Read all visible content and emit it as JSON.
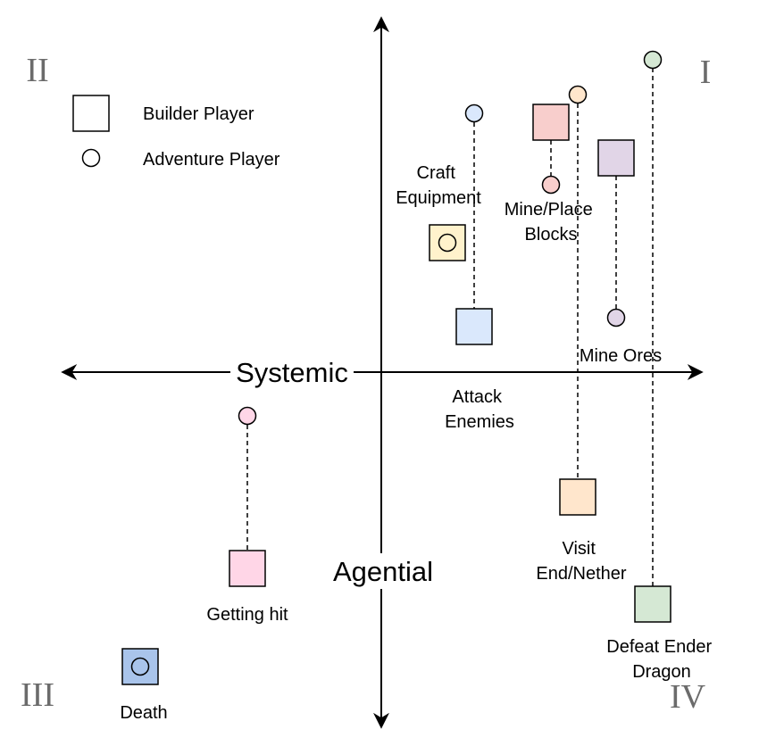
{
  "axes": {
    "horizontal": "Systemic",
    "vertical": "Agential"
  },
  "quadrants": {
    "q1": "I",
    "q2": "II",
    "q3": "III",
    "q4": "IV"
  },
  "legend": {
    "builder": "Builder Player",
    "adventure": "Adventure Player"
  },
  "items": [
    {
      "id": "craft-equipment",
      "label_lines": [
        "Craft",
        "Equipment"
      ],
      "box_color": "#fff2cc",
      "dot_color": "#fff2cc",
      "dot_in_box": true
    },
    {
      "id": "attack-enemies",
      "label_lines": [
        "Attack",
        "Enemies"
      ],
      "box_color": "#dae8fc",
      "dot_color": "#dae8fc",
      "dot_in_box": false
    },
    {
      "id": "mine-place-blocks",
      "label_lines": [
        "Mine/Place",
        "Blocks"
      ],
      "box_color": "#f8cecc",
      "dot_color": "#f8cecc",
      "dot_in_box": false
    },
    {
      "id": "mine-ores",
      "label_lines": [
        "Mine Ores"
      ],
      "box_color": "#e1d5e7",
      "dot_color": "#e1d5e7",
      "dot_in_box": false
    },
    {
      "id": "visit-end-nether",
      "label_lines": [
        "Visit",
        "End/Nether"
      ],
      "box_color": "#ffe6cc",
      "dot_color": "#ffe6cc",
      "dot_in_box": false
    },
    {
      "id": "defeat-ender-dragon",
      "label_lines": [
        "Defeat Ender",
        "Dragon"
      ],
      "box_color": "#d5e8d4",
      "dot_color": "#d5e8d4",
      "dot_in_box": false
    },
    {
      "id": "getting-hit",
      "label_lines": [
        "Getting hit"
      ],
      "box_color": "#ffd6e7",
      "dot_color": "#ffd6e7",
      "dot_in_box": false
    },
    {
      "id": "death",
      "label_lines": [
        "Death"
      ],
      "box_color": "#a9c4eb",
      "dot_color": "#a9c4eb",
      "dot_in_box": true
    }
  ]
}
